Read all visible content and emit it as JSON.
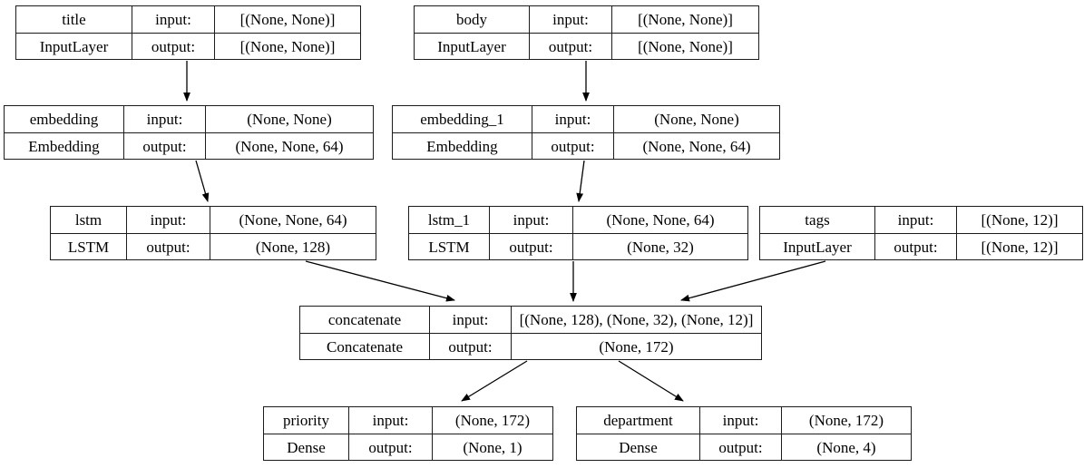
{
  "diagram": {
    "kind": "keras-model-architecture-graph",
    "colors": {
      "background": "#ffffff",
      "stroke": "#000000",
      "text": "#000000"
    },
    "labels": {
      "input": "input:",
      "output": "output:"
    },
    "nodes": {
      "title": {
        "name": "title",
        "type": "InputLayer",
        "input": "[(None, None)]",
        "output": "[(None, None)]"
      },
      "body": {
        "name": "body",
        "type": "InputLayer",
        "input": "[(None, None)]",
        "output": "[(None, None)]"
      },
      "embedding": {
        "name": "embedding",
        "type": "Embedding",
        "input": "(None, None)",
        "output": "(None, None, 64)"
      },
      "embedding_1": {
        "name": "embedding_1",
        "type": "Embedding",
        "input": "(None, None)",
        "output": "(None, None, 64)"
      },
      "lstm": {
        "name": "lstm",
        "type": "LSTM",
        "input": "(None, None, 64)",
        "output": "(None, 128)"
      },
      "lstm_1": {
        "name": "lstm_1",
        "type": "LSTM",
        "input": "(None, None, 64)",
        "output": "(None, 32)"
      },
      "tags": {
        "name": "tags",
        "type": "InputLayer",
        "input": "[(None, 12)]",
        "output": "[(None, 12)]"
      },
      "concatenate": {
        "name": "concatenate",
        "type": "Concatenate",
        "input": "[(None, 128), (None, 32), (None, 12)]",
        "output": "(None, 172)"
      },
      "priority": {
        "name": "priority",
        "type": "Dense",
        "input": "(None, 172)",
        "output": "(None, 1)"
      },
      "department": {
        "name": "department",
        "type": "Dense",
        "input": "(None, 172)",
        "output": "(None, 4)"
      }
    },
    "edges": [
      {
        "from": "title",
        "to": "embedding"
      },
      {
        "from": "body",
        "to": "embedding_1"
      },
      {
        "from": "embedding",
        "to": "lstm"
      },
      {
        "from": "embedding_1",
        "to": "lstm_1"
      },
      {
        "from": "lstm",
        "to": "concatenate"
      },
      {
        "from": "lstm_1",
        "to": "concatenate"
      },
      {
        "from": "tags",
        "to": "concatenate"
      },
      {
        "from": "concatenate",
        "to": "priority"
      },
      {
        "from": "concatenate",
        "to": "department"
      }
    ]
  }
}
